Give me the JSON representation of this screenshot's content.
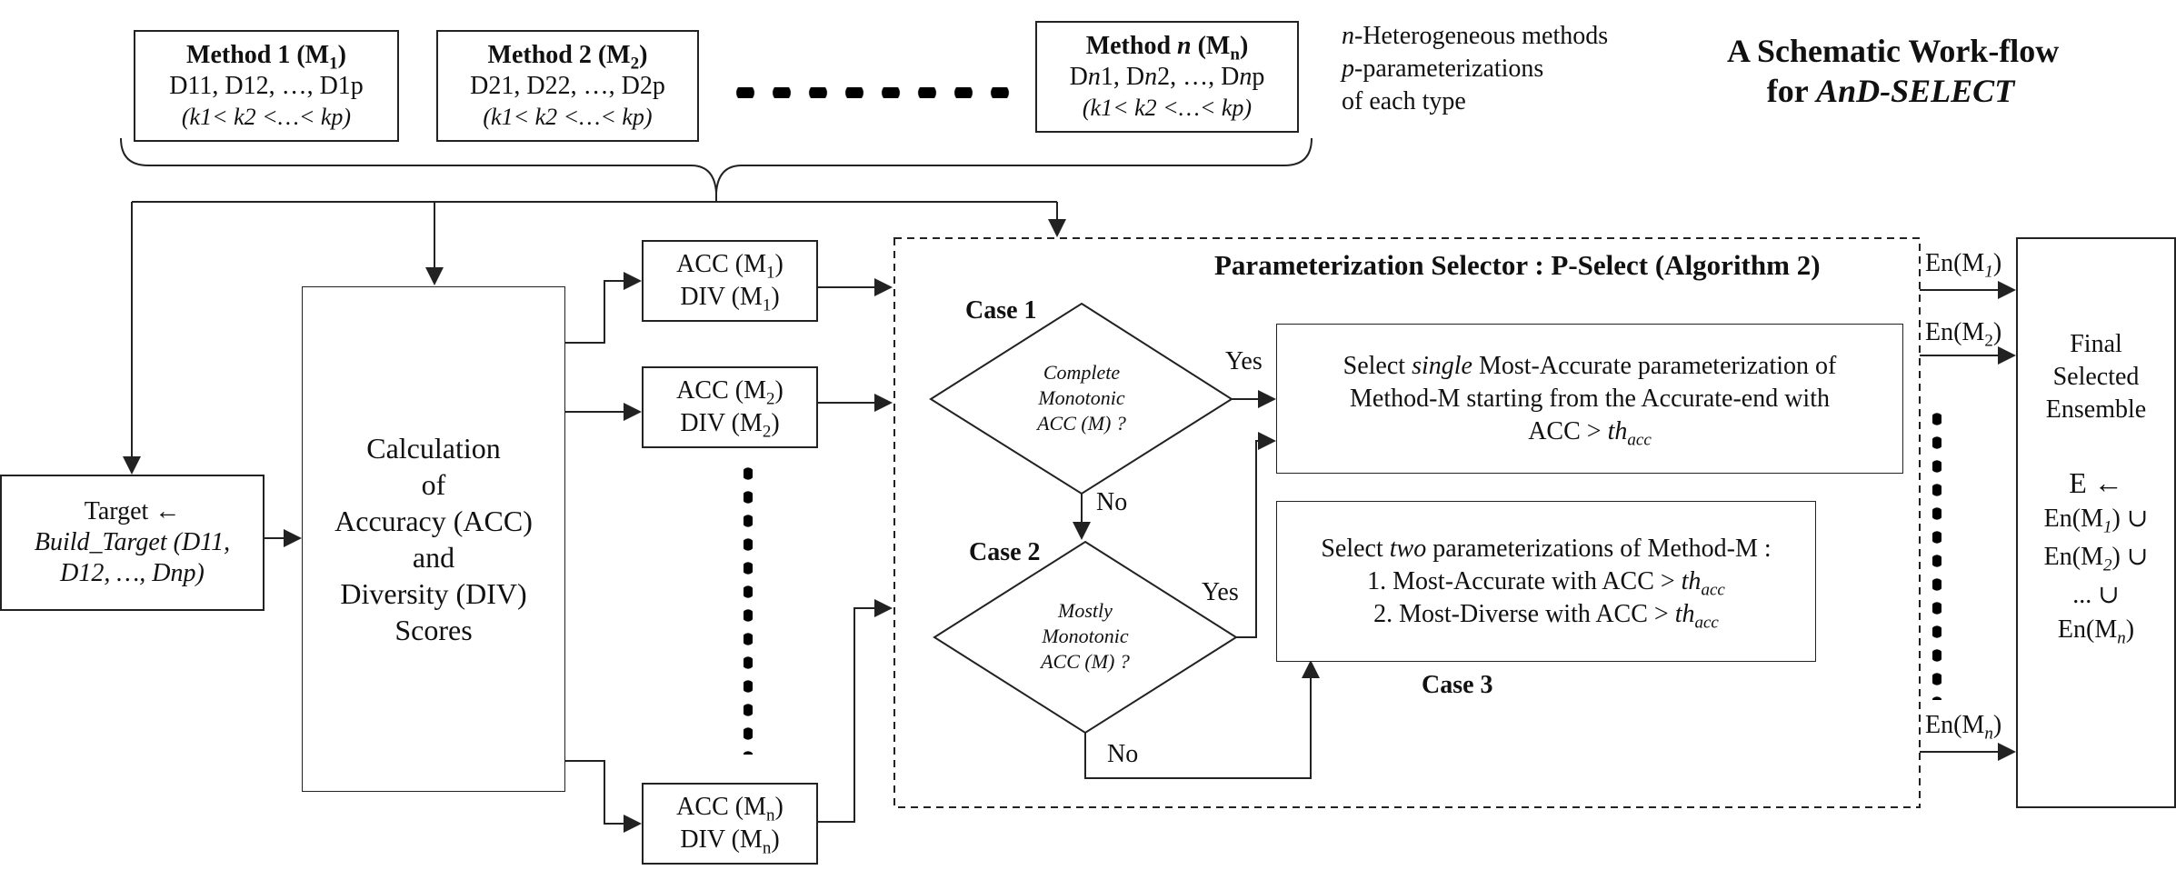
{
  "title": {
    "line1": "A Schematic Work-flow",
    "line2_prefix": "for ",
    "line2_em": "AnD-SELECT"
  },
  "legend": {
    "line1_em": "n",
    "line1_rest": "-Heterogeneous methods",
    "line2_em": "p",
    "line2_rest": "-parameterizations",
    "line3": "of each type"
  },
  "methods": [
    {
      "title": "Method 1 (M",
      "sub": "1",
      "title_end": ")",
      "items": "D11, D12, …, D1p",
      "order": "(k1< k2 <…< kp)"
    },
    {
      "title": "Method 2 (M",
      "sub": "2",
      "title_end": ")",
      "items": "D21, D22, …, D2p",
      "order": "(k1< k2 <…< kp)"
    },
    {
      "title_pre": "Method ",
      "title_em": "n",
      "title": " (M",
      "sub": "n",
      "title_end": ")",
      "items_pre": "D",
      "items_em1": "n",
      "items_mid1": "1, D",
      "items_em2": "n",
      "items_mid2": "2, …, D",
      "items_em3": "n",
      "items_end": "p",
      "order": "(k1< k2 <…< kp)"
    }
  ],
  "target": {
    "line1": "Target ←",
    "line2": "Build_Target (D11,",
    "line3_pre": "D12, …, D",
    "line3_em": "n",
    "line3_end": "p)"
  },
  "calc": {
    "lines": [
      "Calculation",
      "of",
      "Accuracy (ACC)",
      "and",
      "Diversity (DIV)",
      "Scores"
    ]
  },
  "scores": [
    {
      "acc": "ACC (M",
      "div": "DIV (M",
      "sub": "1",
      "end": ")"
    },
    {
      "acc": "ACC (M",
      "div": "DIV (M",
      "sub": "2",
      "end": ")"
    },
    {
      "acc": "ACC (M",
      "div": "DIV (M",
      "sub": "n",
      "end": ")"
    }
  ],
  "selector": {
    "title": "Parameterization Selector : P-Select  (Algorithm 2)",
    "case1": "Case 1",
    "case2": "Case 2",
    "case3": "Case 3",
    "diamond1": [
      "Complete",
      "Monotonic",
      "ACC (M) ?"
    ],
    "diamond2": [
      "Mostly",
      "Monotonic",
      "ACC (M) ?"
    ],
    "yes": "Yes",
    "no": "No",
    "box1": {
      "l1_pre": "Select ",
      "l1_em": "single",
      "l1_post": " Most-Accurate parameterization of",
      "l2": "Method-M starting from the Accurate-end with",
      "l3_pre": "ACC > ",
      "l3_em": "th",
      "l3_sub": "acc"
    },
    "box2": {
      "l1_pre": "Select ",
      "l1_em": "two",
      "l1_post": " parameterizations of Method-M :",
      "l2_pre": "1. Most-Accurate with ACC > ",
      "l2_em": "th",
      "l2_sub": "acc",
      "l3_pre": "2. Most-Diverse with ACC > ",
      "l3_em": "th",
      "l3_sub": "acc"
    }
  },
  "outputs": [
    {
      "pre": "En(M",
      "sub": "1",
      "end": ")"
    },
    {
      "pre": "En(M",
      "sub": "2",
      "end": ")"
    },
    {
      "pre": "En(M",
      "sub": "n",
      "end": ")"
    }
  ],
  "final": {
    "title": [
      "Final",
      "Selected",
      "Ensemble"
    ],
    "e": "E ←",
    "rows": [
      {
        "pre": "En(M",
        "sub": "1",
        "end": ") ∪"
      },
      {
        "pre": "En(M",
        "sub": "2",
        "end": ") ∪"
      },
      {
        "text": "... ∪"
      },
      {
        "pre": "En(M",
        "sub": "n",
        "end": ")"
      }
    ]
  }
}
